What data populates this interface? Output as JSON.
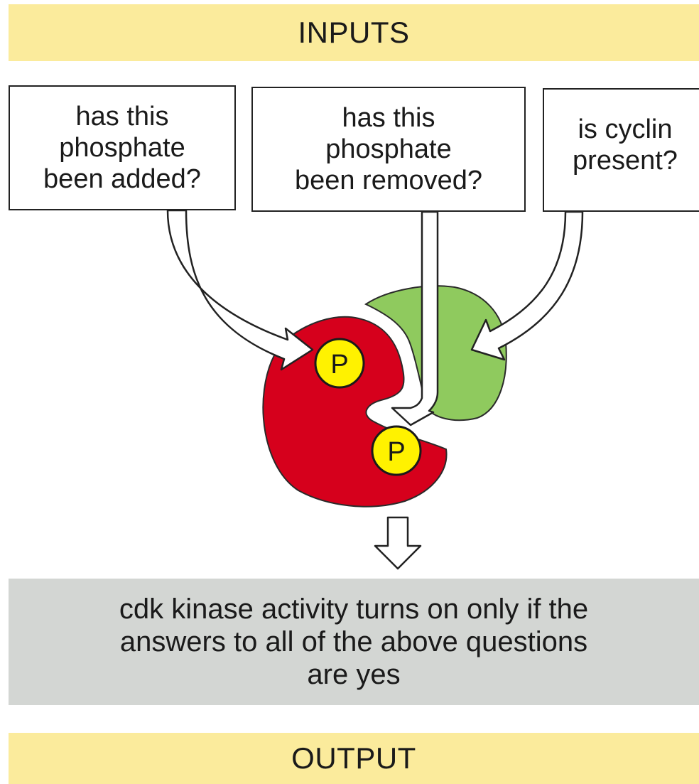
{
  "header": {
    "inputs_label": "INPUTS"
  },
  "questions": [
    {
      "lines": [
        "has this",
        "phosphate",
        "been added?"
      ]
    },
    {
      "lines": [
        "has this",
        "phosphate",
        "been removed?"
      ]
    },
    {
      "lines": [
        "is cyclin",
        "present?"
      ]
    }
  ],
  "diagram": {
    "phosphate_label_1": "P",
    "phosphate_label_2": "P",
    "icons": [
      "cdk-kinase-shape",
      "cyclin-shape",
      "phosphate-marker",
      "input-arrow",
      "output-arrow"
    ],
    "colors": {
      "cdk": "#d6001c",
      "cyclin": "#8fca5e",
      "phosphate": "#fff200",
      "banner": "#fbeb9c",
      "result_box": "#d3d6d3"
    }
  },
  "result": {
    "lines": [
      "cdk kinase activity turns on only if the",
      "answers to all of the above questions",
      "are yes"
    ]
  },
  "footer": {
    "output_label": "OUTPUT"
  }
}
